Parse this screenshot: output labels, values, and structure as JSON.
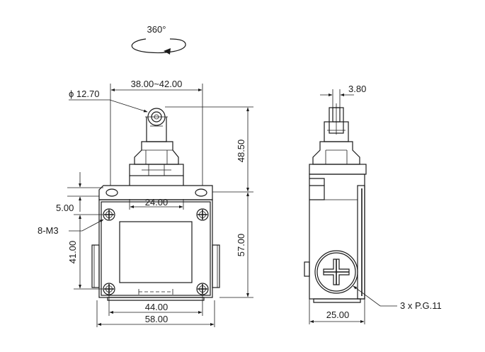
{
  "rotation": {
    "label": "360°"
  },
  "front_view": {
    "roller_diameter": "ϕ 12.70",
    "adjust_range": "38.00~42.00",
    "actuator_height": "48.50",
    "mount_offset": "5.00",
    "hole_label": "8-M3",
    "inner_width": "24.00",
    "body_height": "57.00",
    "hole_pitch_v": "41.00",
    "hole_pitch_h": "44.00",
    "overall_width": "58.00"
  },
  "side_view": {
    "plunger_width": "3.80",
    "cable_entry": "3 x P.G.11",
    "depth": "25.00"
  }
}
